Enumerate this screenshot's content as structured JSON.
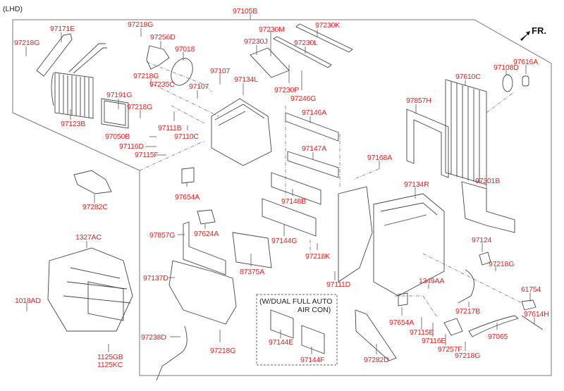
{
  "header": {
    "variant_label": "(LHD)",
    "assembly_label": "97105B",
    "direction_label": "FR."
  },
  "note": {
    "line1": "(W/DUAL FULL AUTO",
    "line2": "AIR CON)"
  },
  "labels": {
    "p97171E": "97171E",
    "p97218G_a": "97218G",
    "p97218G_b": "97218G",
    "p97256D": "97256D",
    "p97018": "97018",
    "p97218G_c": "97218G",
    "p97235C": "97235C",
    "p97107_a": "97107",
    "p97107_b": "97107",
    "p97134L": "97134L",
    "p97230M": "97230M",
    "p97230K": "97230K",
    "p97230J": "97230J",
    "p97230L": "97230L",
    "p97230P": "97230P",
    "p97246G": "97246G",
    "p97191G": "97191G",
    "p97218G_d": "97218G",
    "p97123B": "97123B",
    "p97111B": "97111B",
    "p97050B": "97050B",
    "p97110C": "97110C",
    "p97116D": "97116D",
    "p97115F": "97115F",
    "p97146A": "97146A",
    "p97147A": "97147A",
    "p97168A": "97168A",
    "p97610C": "97610C",
    "p97108D": "97108D",
    "p97616A": "97616A",
    "p97857H": "97857H",
    "p97282C": "97282C",
    "p97654A_a": "97654A",
    "p97148B": "97148B",
    "p97134R": "97134R",
    "p97301B": "97301B",
    "p1327AC": "1327AC",
    "p97857G": "97857G",
    "p97624A": "97624A",
    "p97144G": "97144G",
    "p97218K": "97218K",
    "p97124": "97124",
    "p87375A": "87375A",
    "p97111D": "97111D",
    "p97218G_e": "97218G",
    "p1349AA": "1349AA",
    "p97137D": "97137D",
    "p1018AD": "1018AD",
    "p61754": "61754",
    "p97217B": "97217B",
    "p97614H": "97614H",
    "p97654A_b": "97654A",
    "p97115E": "97115E",
    "p97116E": "97116E",
    "p97257F": "97257F",
    "p97065": "97065",
    "p97218G_f": "97218G",
    "p97238D": "97238D",
    "p97218G_g": "97218G",
    "p97144E": "97144E",
    "p97144F": "97144F",
    "p97282D": "97282D",
    "p1125GB": "1125GB",
    "p1125KC": "1125KC"
  },
  "colors": {
    "label": "#e8201e",
    "line": "#555555",
    "part_stroke": "#444444"
  }
}
